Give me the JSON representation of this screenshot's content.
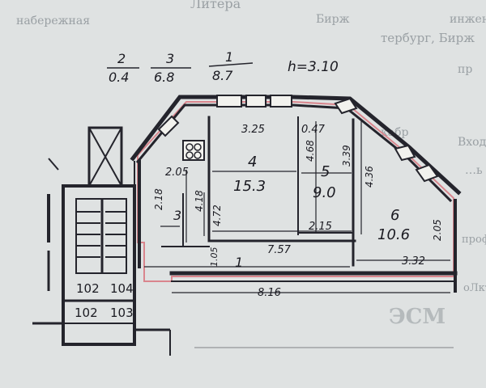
{
  "header": {
    "fractions": [
      {
        "top": "2",
        "bottom": "0.4"
      },
      {
        "top": "3",
        "bottom": "6.8"
      },
      {
        "top": "1",
        "bottom": "8.7"
      }
    ],
    "height": "h=3.10"
  },
  "rooms": [
    {
      "number": "4",
      "area": "15.3"
    },
    {
      "number": "5",
      "area": "9.0"
    },
    {
      "number": "6",
      "area": "10.6"
    },
    {
      "number": "3",
      "area": ""
    },
    {
      "number": "1",
      "area": ""
    }
  ],
  "dimensions": [
    "3.25",
    "0.47",
    "4.68",
    "3.39",
    "4.36",
    "2.05",
    "2.18",
    "4.18",
    "4.72",
    "2.05",
    "2.15",
    "7.57",
    "3.32",
    "1.05",
    "8.16"
  ],
  "apartments": [
    "102",
    "104",
    "102",
    "103"
  ],
  "background_text": [
    "Литера",
    "набережная",
    "Бирж",
    "инжене",
    "кабр",
    "Вход",
    "…ь",
    "тербург, Бирж",
    "пр",
    "оЛкт",
    "проф",
    "ЭСМ"
  ],
  "colors": {
    "wall": "#24242c",
    "outline": "#d9858d",
    "paper": "#dcdfe0"
  }
}
